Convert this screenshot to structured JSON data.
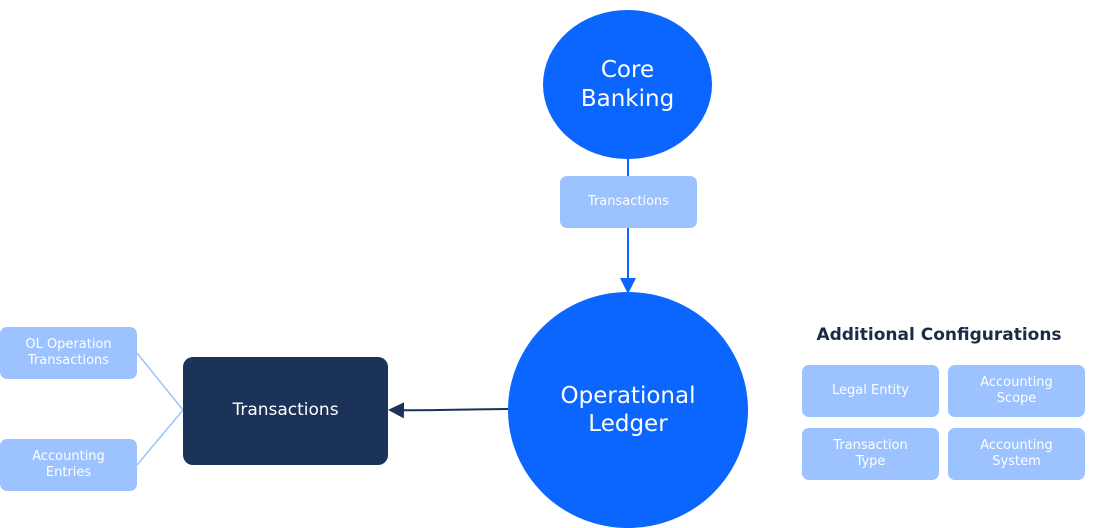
{
  "diagram": {
    "nodes": {
      "core_banking": {
        "line1": "Core",
        "line2": "Banking"
      },
      "core_transactions": {
        "label": "Transactions"
      },
      "operational_ledger": {
        "line1": "Operational",
        "line2": "Ledger"
      },
      "transactions": {
        "label": "Transactions"
      },
      "ol_operation_transactions": {
        "line1": "OL Operation",
        "line2": "Transactions"
      },
      "accounting_entries": {
        "line1": "Accounting",
        "line2": "Entries"
      }
    },
    "additional_configurations": {
      "title": "Additional Configurations",
      "items": [
        {
          "line1": "Legal Entity",
          "line2": ""
        },
        {
          "line1": "Accounting",
          "line2": "Scope"
        },
        {
          "line1": "Transaction",
          "line2": "Type"
        },
        {
          "line1": "Accounting",
          "line2": "System"
        }
      ]
    },
    "colors": {
      "primary_blue": "#0a66ff",
      "light_blue": "#9cc2ff",
      "dark_navy": "#1b3358",
      "title_text": "#1b2b46",
      "connector_light": "#9cc2ff",
      "arrow_dark": "#1b3358"
    }
  }
}
